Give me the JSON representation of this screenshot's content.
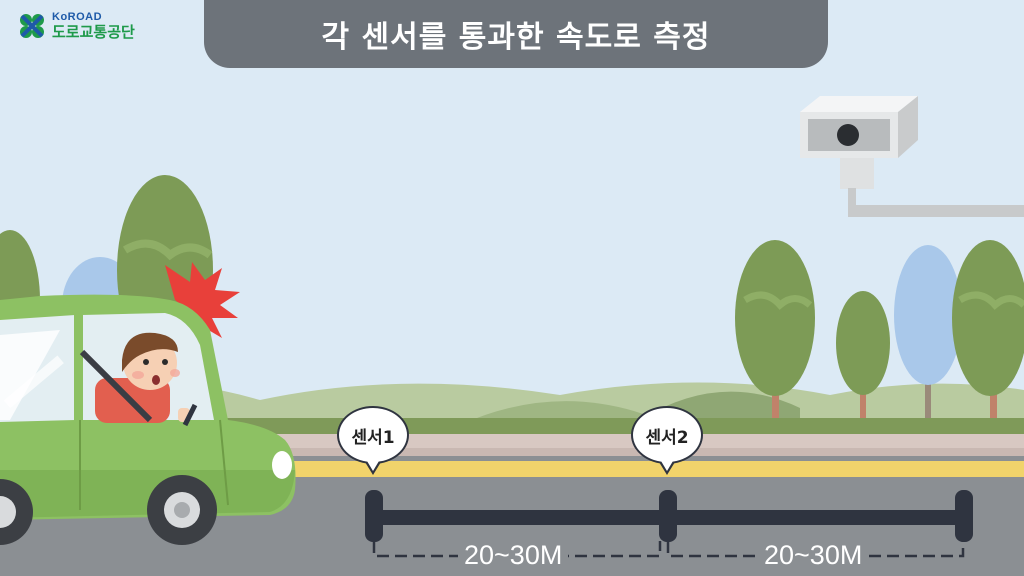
{
  "logo": {
    "en": "KoROAD",
    "ko": "도로교통공단"
  },
  "title": "각 센서를 통과한 속도로 측정",
  "sensors": [
    {
      "label": "센서1"
    },
    {
      "label": "센서2"
    }
  ],
  "distances": [
    "20~30M",
    "20~30M"
  ],
  "colors": {
    "sky": "#dceaf5",
    "title_bar": "#6d737a",
    "road": "#8b8f93",
    "yellow_line": "#f1d36b",
    "car_body": "#8dc163",
    "measure_bar": "#2f3440",
    "tree_green": "#7d9b56",
    "tree_blue": "#a9c8ea",
    "flash": "#e8403a"
  }
}
